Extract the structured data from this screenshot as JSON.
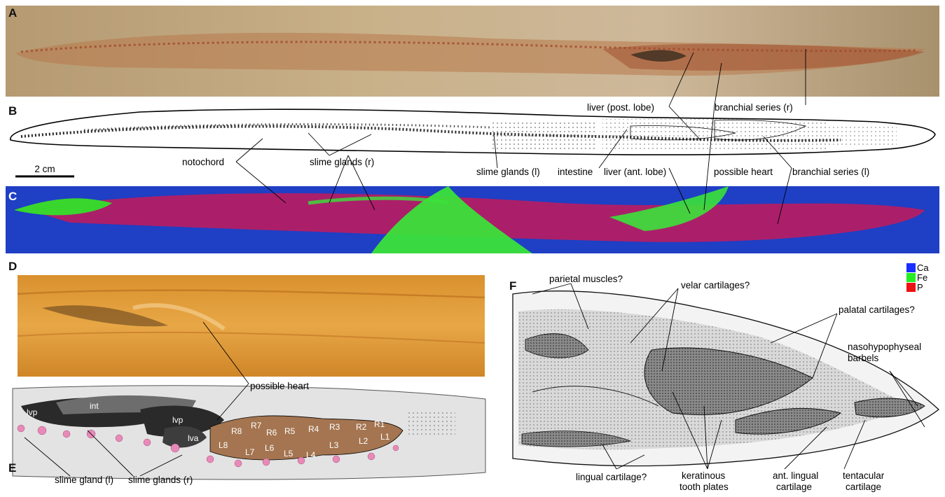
{
  "panels": {
    "a": "A",
    "b": "B",
    "c": "C",
    "d": "D",
    "e": "E",
    "f": "F"
  },
  "scale_bar": "2 cm",
  "panel_b_labels": {
    "notochord": "notochord",
    "slime_glands_r": "slime glands (r)",
    "slime_glands_l": "slime glands (l)",
    "intestine": "intestine",
    "liver_ant": "liver (ant. lobe)",
    "liver_post": "liver (post. lobe)",
    "possible_heart": "possible heart",
    "branchial_r": "branchial series (r)",
    "branchial_l": "branchial series (l)"
  },
  "legend": [
    {
      "label": "Ca",
      "color": "#1a2fff"
    },
    {
      "label": "Fe",
      "color": "#22ee22"
    },
    {
      "label": "P",
      "color": "#ee1111"
    }
  ],
  "panel_de_labels": {
    "possible_heart": "possible heart",
    "slime_gland_l": "slime gland (l)",
    "slime_glands_r": "slime glands (r)"
  },
  "panel_e_regions": {
    "lvp_left": "lvp",
    "int": "int",
    "lvp_right": "lvp",
    "lva": "lva"
  },
  "gland_labels": [
    "R8",
    "R7",
    "R6",
    "R5",
    "R4",
    "R3",
    "R2",
    "R1",
    "L8",
    "L7",
    "L6",
    "L5",
    "L4",
    "L3",
    "L2",
    "L1"
  ],
  "panel_f_labels": {
    "parietal": "parietal muscles?",
    "velar": "velar cartilages?",
    "palatal": "palatal cartilages?",
    "naso_1": "nasohypophyseal",
    "naso_2": "barbels",
    "lingual": "lingual cartilage?",
    "kera_1": "keratinous",
    "kera_2": "tooth plates",
    "ant_ling_1": "ant. lingual",
    "ant_ling_2": "cartilage",
    "tent_1": "tentacular",
    "tent_2": "cartilage"
  }
}
